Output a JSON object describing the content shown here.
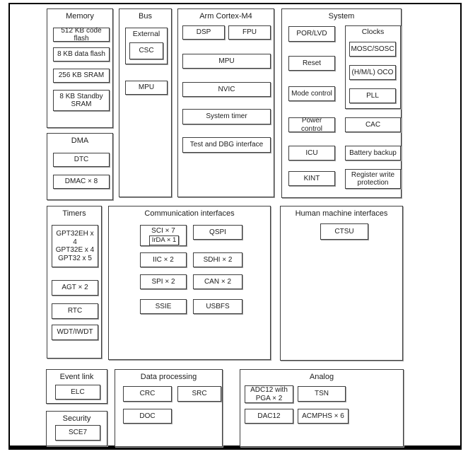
{
  "memory": {
    "title": "Memory",
    "blocks": [
      "512 KB code flash",
      "8 KB data flash",
      "256 KB SRAM",
      "8 KB Standby SRAM"
    ]
  },
  "dma": {
    "title": "DMA",
    "blocks": [
      "DTC",
      "DMAC × 8"
    ]
  },
  "bus": {
    "title": "Bus",
    "external_label": "External",
    "csc": "CSC",
    "mpu": "MPU"
  },
  "cortex": {
    "title": "Arm Cortex-M4",
    "dsp": "DSP",
    "fpu": "FPU",
    "mpu": "MPU",
    "nvic": "NVIC",
    "system_timer": "System timer",
    "test_dbg": "Test and DBG interface"
  },
  "system": {
    "title": "System",
    "left_blocks": [
      "POR/LVD",
      "Reset",
      "Mode control",
      "Power control",
      "ICU",
      "KINT"
    ],
    "clocks": {
      "title": "Clocks",
      "blocks": [
        "MOSC/SOSC",
        "(H/M/L) OCO",
        "PLL"
      ]
    },
    "right_blocks": [
      "CAC",
      "Battery backup",
      "Register write protection"
    ]
  },
  "timers": {
    "title": "Timers",
    "gpt_lines": [
      "GPT32EH x 4",
      "GPT32E x 4",
      "GPT32 x 5"
    ],
    "blocks": [
      "AGT × 2",
      "RTC",
      "WDT/IWDT"
    ]
  },
  "comm": {
    "title": "Communication interfaces",
    "sci": "SCI × 7",
    "irda": "IrDA × 1",
    "left_blocks": [
      "IIC × 2",
      "SPI × 2",
      "SSIE"
    ],
    "right_blocks": [
      "QSPI",
      "SDHI × 2",
      "CAN × 2",
      "USBFS"
    ]
  },
  "hmi": {
    "title": "Human machine interfaces",
    "ctsu": "CTSU"
  },
  "event_link": {
    "title": "Event link",
    "elc": "ELC"
  },
  "security": {
    "title": "Security",
    "sce": "SCE7"
  },
  "data_processing": {
    "title": "Data processing",
    "blocks": [
      "CRC",
      "SRC",
      "DOC"
    ]
  },
  "analog": {
    "title": "Analog",
    "blocks": [
      "ADC12 with PGA × 2",
      "TSN",
      "DAC12",
      "ACMPHS × 6"
    ]
  }
}
